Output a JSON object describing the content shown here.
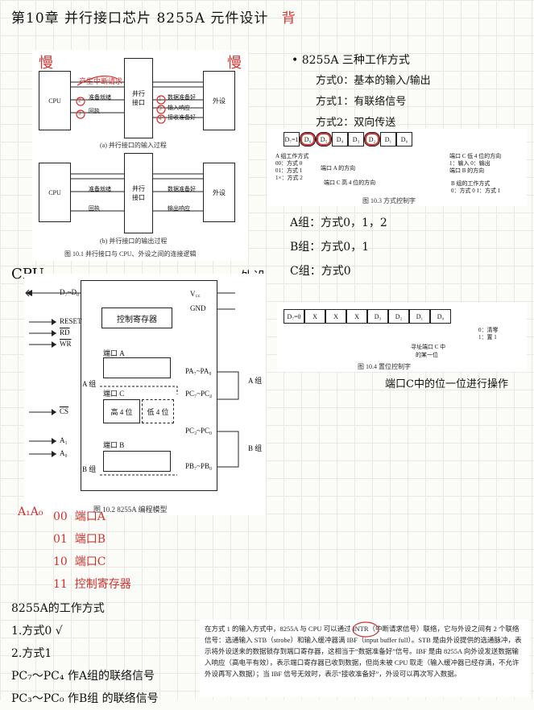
{
  "title": {
    "main": "第10章 并行接口芯片 8255A 元件设计",
    "tag": "背"
  },
  "fig_10_1": {
    "slow": "慢",
    "fast": "慢",
    "top": {
      "cpu": "CPU",
      "port": "并行\n接口",
      "dev": "外设",
      "left_notes": [
        "准备就绪",
        "回执"
      ],
      "right_notes": [
        "数据准备好",
        "输入响应",
        "接收准备好"
      ],
      "circled": [
        "2",
        "3",
        "1",
        "5",
        "4"
      ],
      "red_note": "产生中断请求",
      "caption": "(a) 并行接口的输入过程"
    },
    "bottom": {
      "cpu": "CPU",
      "port": "并行\n接口",
      "dev": "外设",
      "left_notes": [
        "准备就绪",
        "回执"
      ],
      "right_notes": [
        "数据准备好",
        "输出响应"
      ],
      "caption": "(b) 并行接口的输出过程"
    },
    "caption": "图 10.1  并行接口与 CPU、外设之间的连接逻辑"
  },
  "modes": {
    "heading": "8255A 三种工作方式",
    "items": [
      "方式0：基本的输入/输出",
      "方式1：有联络信号",
      "方式2：双向传送"
    ]
  },
  "fig_10_3": {
    "bits": [
      "D₇=1",
      "D₆",
      "D₅",
      "D₄",
      "D₃",
      "D₂",
      "D₁",
      "D₀"
    ],
    "left_notes": [
      "A 组工作方式",
      "00：方式 0",
      "01：方式 1",
      "1×：方式 2"
    ],
    "notes_mid": [
      "端口 A 的方向",
      "端口 C 高 4 位的方向"
    ],
    "right_notes": [
      "端口 C 低 4 位的方向",
      "1：输入  0：输出",
      "端口 B 的方向",
      "B 组的工作方式",
      "0：方式 0  1：方式 1"
    ],
    "caption": "图 10.3  方式控制字"
  },
  "groups": [
    "A组：方式0，1，2",
    "B组：方式0，1",
    "C组：方式0"
  ],
  "cpu_label": "CPU",
  "dev_label": "外设",
  "fig_10_2": {
    "pins_left": [
      "D₇~D₀",
      "RESET",
      "RD",
      "WR",
      "CS",
      "A₁",
      "A₀"
    ],
    "pins_right": [
      "V꜀꜀",
      "GND",
      "PA₇~PA₀",
      "PC₇~PC₄",
      "PC₃~PC₀",
      "PB₇~PB₀"
    ],
    "ctrl": "控制寄存器",
    "port_a": "端口 A",
    "port_c": "端口 C",
    "port_b": "端口 B",
    "high4": "高 4 位",
    "low4": "低 4 位",
    "group_a": "A 组",
    "group_b": "B 组",
    "caption": "图 10.2   8255A 编程模型"
  },
  "fig_10_4": {
    "bits": [
      "D₇=0",
      "X",
      "X",
      "X",
      "D₃",
      "D₂",
      "D₁",
      "D₀"
    ],
    "note1": "寻址端口 C 中",
    "note2": "的某一位",
    "legend": [
      "0：清零",
      "1：置 1"
    ],
    "caption": "图 10.4   置位控制字",
    "red_note": "端口C中的位一位进行操作"
  },
  "addr": {
    "prefix": "A₁A₀",
    "rows": [
      [
        "00",
        "端口A"
      ],
      [
        "01",
        "端口B"
      ],
      [
        "10",
        "端口C"
      ],
      [
        "11",
        "控制寄存器"
      ]
    ]
  },
  "bottom_notes": {
    "heading": "8255A的工作方式",
    "lines": [
      "1.方式0 √",
      "2.方式1",
      "PC₇～PC₄ 作A组的联络信号",
      "PC₃～PC₀ 作B组 的联络信号"
    ]
  },
  "paragraph": "在方式 1 的输入方式中，8255A 与 CPU 可以通过 INTR（中断请求信号）联络，它与外设之间有 2 个联络信号：选通输入 STB（strobe）和输入缓冲器满 IBF（input buffer full）。STB 是由外设提供的选通脉冲，表示将外设送来的数据锁存到端口寄存器，这相当于“数据准备好”信号。IBF 是由 8255A 向外设发送数据输入响应（高电平有效），表示端口寄存器已收到数据，但尚未被 CPU 取走（输入缓冲器已经存满，不允许外设再写入数据）；当 IBF 信号无效时，表示“接收准备好”，外设可以再次写入数据。"
}
